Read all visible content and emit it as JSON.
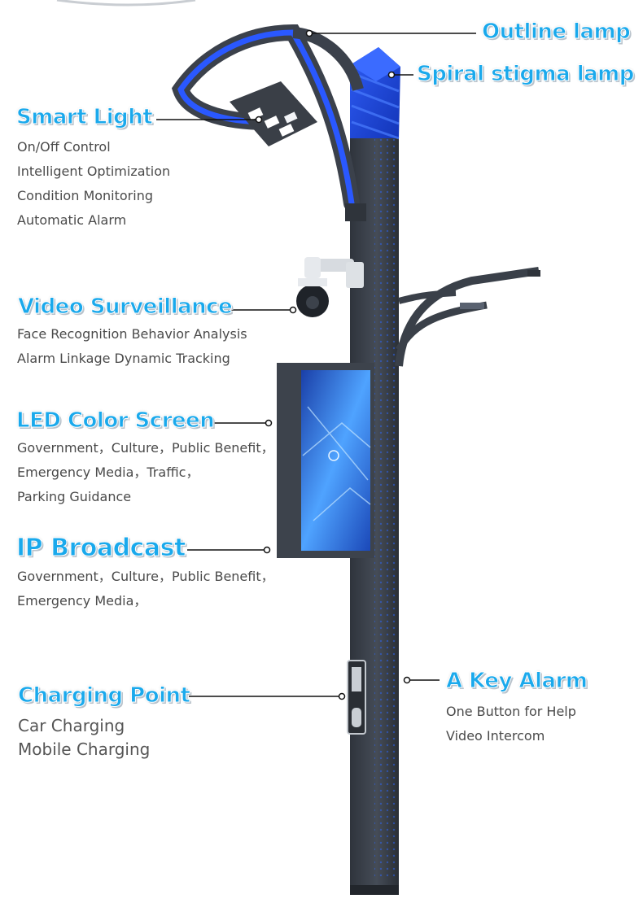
{
  "features": {
    "outline_lamp": {
      "title": "Outline lamp"
    },
    "spiral_lamp": {
      "title": "Spiral stigma lamp"
    },
    "smart_light": {
      "title": "Smart Light",
      "items": [
        "On/Off Control",
        "Intelligent Optimization",
        "Condition Monitoring",
        "Automatic Alarm"
      ]
    },
    "video_surveillance": {
      "title": "Video Surveillance",
      "items": [
        "Face Recognition Behavior Analysis",
        "Alarm Linkage Dynamic Tracking"
      ]
    },
    "led_screen": {
      "title": "LED Color Screen",
      "items": [
        "Government，Culture，Public Benefit，",
        "Emergency Media，Traffic，",
        "Parking Guidance"
      ]
    },
    "ip_broadcast": {
      "title": "IP Broadcast",
      "items": [
        "Government，Culture，Public Benefit，",
        "Emergency Media，"
      ]
    },
    "charging_point": {
      "title": "Charging Point",
      "items": [
        "Car Charging",
        "Mobile Charging"
      ]
    },
    "key_alarm": {
      "title": "A Key Alarm",
      "items": [
        "One Button for Help",
        "Video Intercom"
      ]
    }
  },
  "colors": {
    "title_blue": "#1aa9ec",
    "pole": "#3a4049",
    "accent_blue": "#2f5ff0"
  }
}
